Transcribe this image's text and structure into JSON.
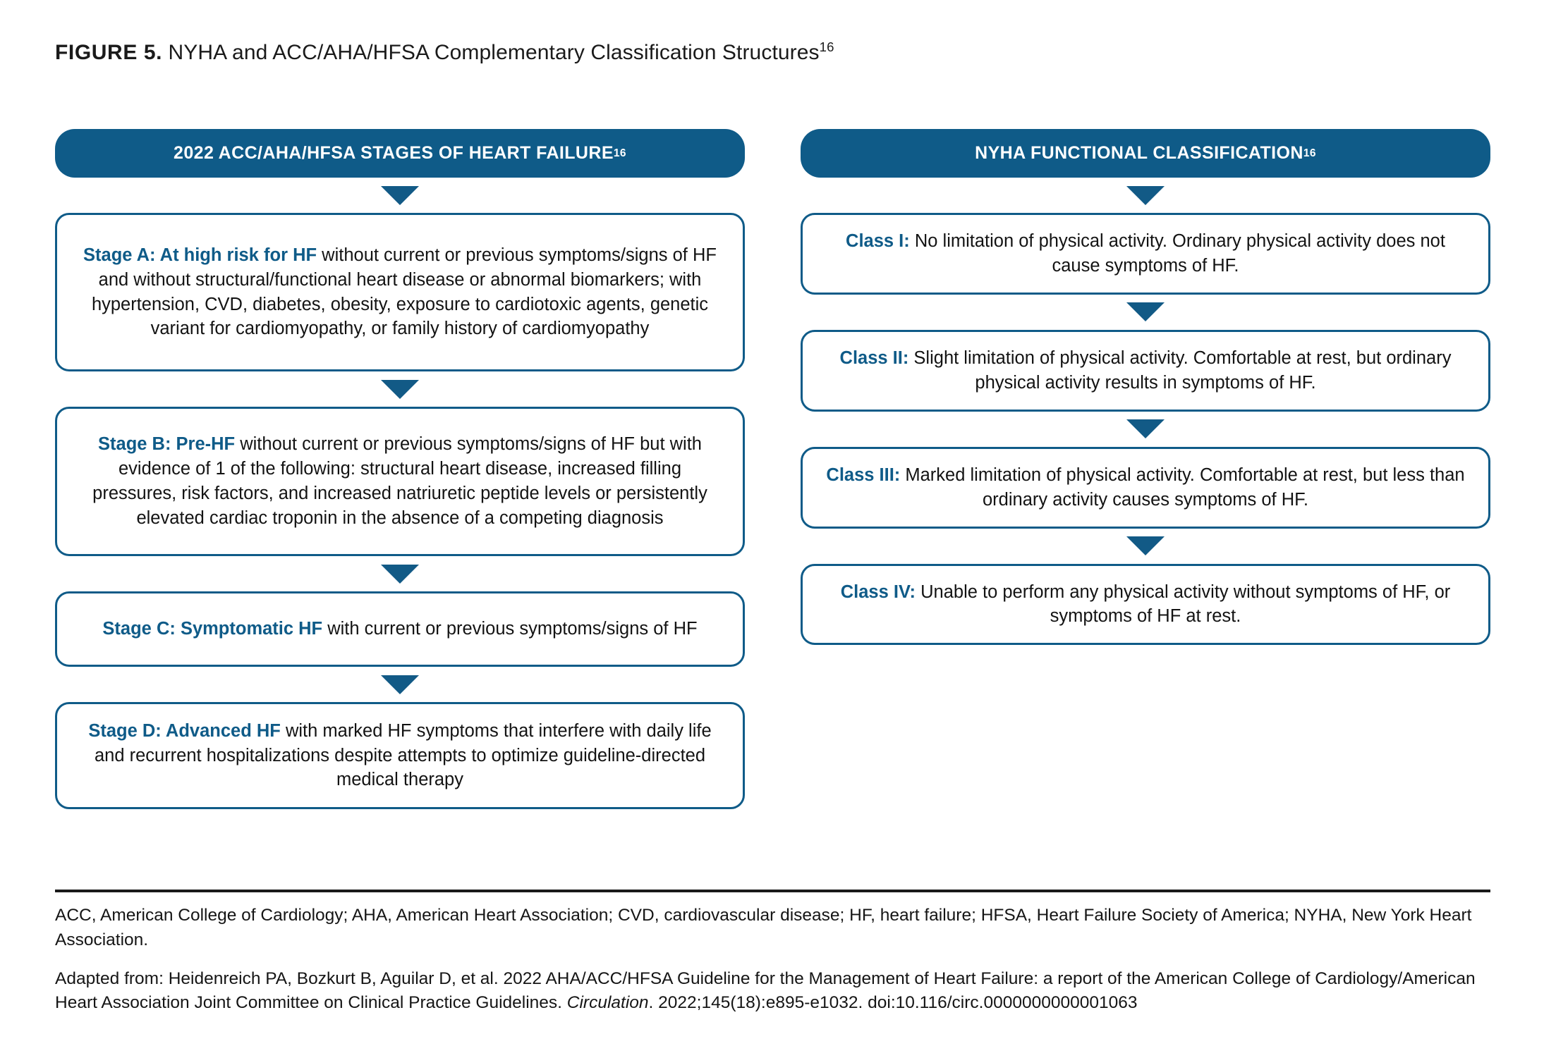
{
  "figure": {
    "label": "FIGURE 5.",
    "title": " NYHA and ACC/AHA/HFSA Complementary Classification Structures",
    "title_superscript": "16"
  },
  "colors": {
    "accent_blue": "#0f5b88",
    "arrow_blue": "#125a86",
    "text": "#131313",
    "banner_text": "#ffffff"
  },
  "left_column": {
    "banner": {
      "text": "2022 ACC/AHA/HFSA STAGES OF HEART FAILURE",
      "superscript": "16"
    },
    "boxes": [
      {
        "lead": "Stage A: At high risk for HF",
        "body": " without current or previous symptoms/signs of HF and without structural/functional heart disease or abnormal biomarkers; with hypertension, CVD, diabetes, obesity, exposure to cardiotoxic agents, genetic variant for cardiomyopathy, or family history of cardiomyopathy"
      },
      {
        "lead": "Stage B: Pre-HF",
        "body": " without current or previous symptoms/signs of HF but with evidence of 1 of the following: structural heart disease, increased filling pressures, risk factors, and increased natriuretic peptide levels or persistently elevated cardiac troponin in the absence of a competing diagnosis"
      },
      {
        "lead": "Stage C: Symptomatic HF",
        "body": " with current or previous symptoms/signs of HF"
      },
      {
        "lead": "Stage D: Advanced HF",
        "body": " with marked HF symptoms that interfere with daily life and recurrent hospitalizations despite attempts to optimize guideline-directed medical therapy"
      }
    ]
  },
  "right_column": {
    "banner": {
      "text": "NYHA FUNCTIONAL CLASSIFICATION",
      "superscript": "16"
    },
    "boxes": [
      {
        "lead": "Class I:",
        "body": " No limitation of physical activity. Ordinary physical activity does not cause symptoms of HF."
      },
      {
        "lead": "Class II:",
        "body": " Slight limitation of physical activity. Comfortable at rest, but ordinary physical activity results in symptoms of HF."
      },
      {
        "lead": "Class III:",
        "body": " Marked limitation of physical activity. Comfortable at rest, but less than ordinary activity causes symptoms of HF."
      },
      {
        "lead": "Class IV:",
        "body": " Unable to perform any physical activity without symptoms of HF, or symptoms of HF at rest."
      }
    ]
  },
  "footer": {
    "abbreviations": "ACC, American College of Cardiology; AHA, American Heart Association; CVD, cardiovascular disease; HF, heart failure; HFSA, Heart Failure Society of America; NYHA, New York Heart Association.",
    "citation_before_italic": "Adapted from: Heidenreich PA, Bozkurt B, Aguilar D, et al. 2022 AHA/ACC/HFSA Guideline for the Management of Heart Failure: a report of the American College of Cardiology/American Heart Association Joint Committee on Clinical Practice Guidelines. ",
    "citation_journal": "Circulation",
    "citation_after_italic": ". 2022;145(18):e895-e1032. doi:10.116/circ.0000000000001063"
  }
}
